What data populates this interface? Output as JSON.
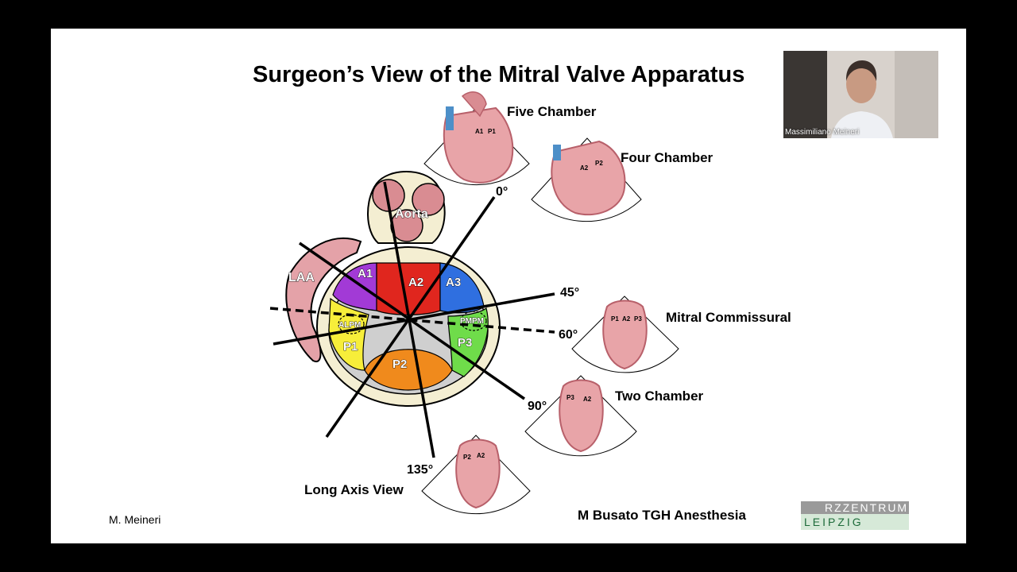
{
  "slide": {
    "title": "Surgeon’s View of the Mitral Valve Apparatus",
    "author": "M. Meineri",
    "credit": "M Busato TGH Anesthesia",
    "logo": {
      "top_text": "RZZENTRUM",
      "bottom_text": "LEIPZIG"
    }
  },
  "video": {
    "participant_name": "Massimiliano Meineri"
  },
  "diagram": {
    "structures": {
      "aorta": "Aorta",
      "laa": "LAA",
      "alpm": "ALPM",
      "pmpm": "PMPM"
    },
    "segments": {
      "a1": "A1",
      "a2": "A2",
      "a3": "A3",
      "p1": "P1",
      "p2": "P2",
      "p3": "P3"
    },
    "angles": {
      "a0": "0°",
      "a45": "45°",
      "a60": "60°",
      "a90": "90°",
      "a135": "135°"
    },
    "views": {
      "five_chamber": {
        "name": "Five Chamber",
        "seg1": "A1",
        "seg2": "P1"
      },
      "four_chamber": {
        "name": "Four Chamber",
        "seg1": "A2",
        "seg2": "P2"
      },
      "mitral_commissural": {
        "name": "Mitral Commissural",
        "seg1": "P1",
        "seg2": "A2",
        "seg3": "P3"
      },
      "two_chamber": {
        "name": "Two Chamber",
        "seg1": "P3",
        "seg2": "A2"
      },
      "long_axis": {
        "name": "Long Axis View",
        "seg1": "P2",
        "seg2": "A2"
      }
    }
  },
  "colors": {
    "a1": "#a23ad6",
    "a2": "#e0261e",
    "a3": "#2f6fe0",
    "p1": "#f7ee3a",
    "p2": "#f08a1c",
    "p3": "#6fdc4a",
    "tissue": "#f4eed2",
    "heart": "#e8a4a8",
    "heart_dark": "#b8606a"
  }
}
